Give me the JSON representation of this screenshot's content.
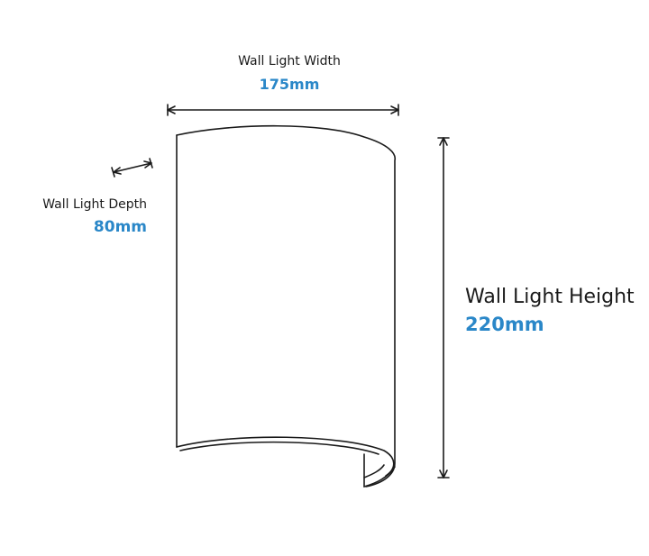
{
  "dimensions": {
    "width": {
      "label": "Wall Light Width",
      "value": "175mm"
    },
    "depth": {
      "label": "Wall Light Depth",
      "value": "80mm"
    },
    "height": {
      "label": "Wall Light Height",
      "value": "220mm"
    }
  },
  "colors": {
    "value_text": "#2a87c8",
    "line": "#1a1a1a",
    "background": "#ffffff"
  }
}
